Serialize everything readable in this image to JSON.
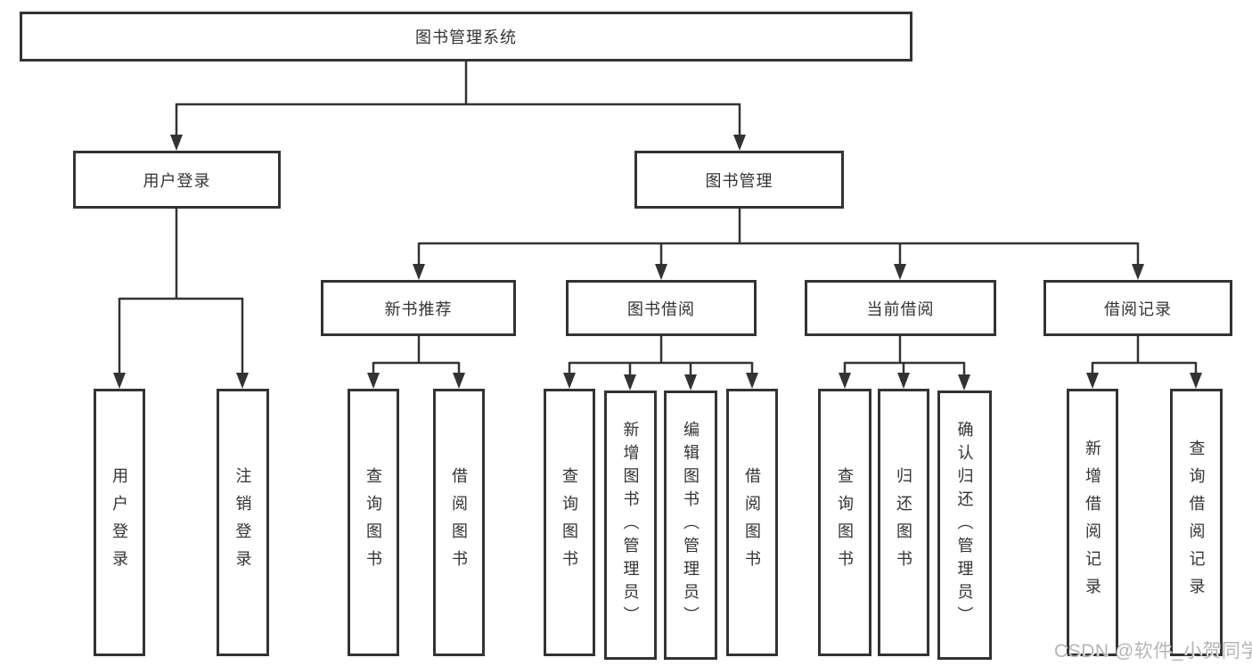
{
  "diagram": {
    "root": "图书管理系统",
    "branches": [
      {
        "label": "用户登录",
        "children": [
          "用户登录",
          "注销登录"
        ]
      },
      {
        "label": "图书管理",
        "groups": [
          {
            "label": "新书推荐",
            "children": [
              "查询图书",
              "借阅图书"
            ]
          },
          {
            "label": "图书借阅",
            "children": [
              "查询图书",
              "新增图书（管理员）",
              "编辑图书（管理员）",
              "借阅图书"
            ]
          },
          {
            "label": "当前借阅",
            "children": [
              "查询图书",
              "归还图书",
              "确认归还（管理员）"
            ]
          },
          {
            "label": "借阅记录",
            "children": [
              "新增借阅记录",
              "查询借阅记录"
            ]
          }
        ]
      }
    ]
  },
  "watermark": "CSDN @软件_小贺同学",
  "colors": {
    "line": "#333333",
    "text": "#333333",
    "box_fill": "#ffffff",
    "background": "#ffffff",
    "watermark": "#b5b5b5"
  }
}
